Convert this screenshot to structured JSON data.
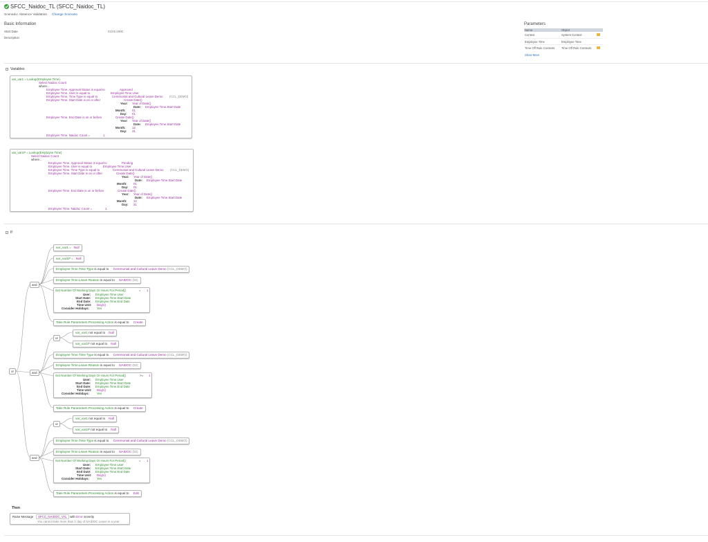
{
  "header": {
    "title": "SFCC_Naidoc_TL (SFCC_Naidoc_TL)",
    "scenario": "Scenario: Absence Validation",
    "change_scenario": "Change Scenario"
  },
  "basic_info": {
    "title": "Basic Information",
    "start_date_label": "Start Date",
    "start_date_value": "01/01/1900",
    "description_label": "Description"
  },
  "parameters": {
    "title": "Parameters",
    "col_name": "Name",
    "col_object": "Object",
    "rows": [
      {
        "name": "Context",
        "object": "System Context"
      },
      {
        "name": "Employee Time",
        "object": "Employee Time"
      },
      {
        "name": "Time Off Rule Contexts",
        "object": "Time Off Rule Contexts"
      }
    ],
    "show_more": "Show More"
  },
  "variables": {
    "title": "Variables",
    "v1": {
      "header": "var_var1 = Lookup(Employee Time)",
      "select": "Select Naidoc Count",
      "where": "where...",
      "c1": [
        "Employee Time. Approval Status is equal to",
        "Approved"
      ],
      "c2": [
        "Employee Time. User is equal to",
        "Employee Time.User"
      ],
      "c3": [
        "Employee Time. Time Type is equal to",
        "Ceremonial and Cultural Leave Demo",
        "(CCL_DEMO)"
      ],
      "c4": [
        "Employee Time. Start Date is on or after",
        "Create Date()"
      ],
      "year1": "Year:",
      "year1v": "Year of Date()",
      "date1": "Date:",
      "date1v": "Employee Time.Start Date",
      "month1": "Month:",
      "month1v": "01",
      "day1": "Day:",
      "day1v": "01",
      "c5": [
        "Employee Time. End Date is on or before",
        "Create Date()"
      ],
      "year2": "Year:",
      "year2v": "Year of Date()",
      "date2": "Date:",
      "date2v": "Employee Time.Start Date",
      "month2": "Month:",
      "month2v": "12",
      "day2": "Day:",
      "day2v": "31",
      "c6": [
        "Employee Time. Naidoc Count =",
        "1"
      ]
    },
    "v2": {
      "header": "var_var1P = Lookup(Employee Time)",
      "select": "Select Naidoc Count",
      "where": "where...",
      "c1": [
        "Employee Time. Approval Status is equal to",
        "Pending"
      ],
      "c2": [
        "Employee Time. User is equal to",
        "Employee Time.User"
      ],
      "c3": [
        "Employee Time. Time Type is equal to",
        "Ceremonial and Cultural Leave Demo",
        "(CCL_DEMO)"
      ],
      "c4": [
        "Employee Time. Start Date is on or after",
        "Create Date()"
      ],
      "year1": "Year:",
      "year1v": "Year of Date()",
      "date1": "Date:",
      "date1v": "Employee Time.Start Date",
      "month1": "Month:",
      "month1v": "01",
      "day1": "Day:",
      "day1v": "01",
      "c5": [
        "Employee Time. End Date is on or before",
        "Create Date()"
      ],
      "year2": "Year:",
      "year2v": "Year of Date()",
      "date2": "Date:",
      "date2v": "Employee Time.Start Date",
      "month2": "Month:",
      "month2v": "12",
      "day2": "Day:",
      "day2v": "31",
      "c6": [
        "Employee Time. Naidoc Count =",
        "1"
      ]
    }
  },
  "if_section": {
    "title": "If",
    "op_or": "or",
    "op_and": "and",
    "null_c1": [
      "var_var1 =",
      "Null"
    ],
    "null_c2": [
      "var_var1P =",
      "Null"
    ],
    "time_type": [
      "Employee Time.Time Type",
      "is equal to",
      "Ceremonial and Cultural Leave Demo",
      "(CCL_DEMO)"
    ],
    "leave_reason": [
      "Employee Time.Leave Reason",
      "is equal to",
      "NAIDOC",
      "(02)"
    ],
    "gnw": {
      "fn": "Get Number Of Working Days Or Hours For Period()",
      "eq": "=",
      "gte": ">=",
      "one": "1",
      "user": "User:",
      "user_v": "Employee Time.User",
      "start": "Start Date:",
      "start_v": "Employee Time.Start Date",
      "end": "End Date:",
      "end_v": "Employee Time.End Date",
      "unit": "Time Unit:",
      "unit_v": "Day(s)",
      "hol": "Consider Holidays:",
      "hol_v": "Yes"
    },
    "action_create": [
      "Take Rule Parameters.Processing Action",
      "is equal to",
      "Create"
    ],
    "action_edit": [
      "Take Rule Parameters.Processing Action",
      "is equal to",
      "Edit"
    ],
    "notnull_1": [
      "var_var1",
      "not equal to",
      "Null"
    ],
    "notnull_2": [
      "var_var1P",
      "not equal to",
      "Null"
    ]
  },
  "then_section": {
    "title": "Then",
    "raise": "Raise Message",
    "msg_name": "SFCC_NAIDOC_VAL",
    "with": "with",
    "severity": "Error",
    "severity_suffix": "severity",
    "message": "You cannot take more than 1 day of NAIDOC Leave in a year"
  },
  "colors": {
    "green": "#2e8b2e",
    "purple": "#9b30a0",
    "link": "#2a6fb5",
    "status_ok": "#3a9d3a"
  }
}
